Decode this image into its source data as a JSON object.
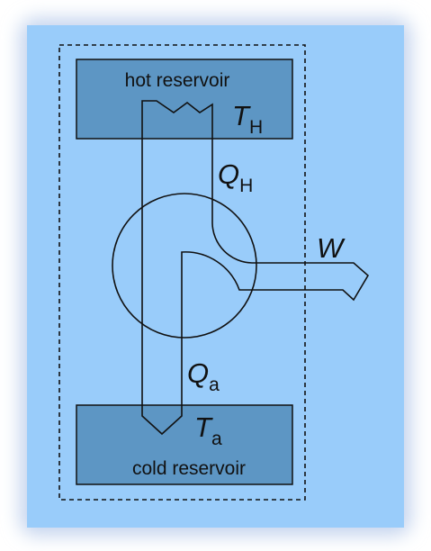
{
  "diagram": {
    "hot_reservoir": {
      "label": "hot reservoir",
      "temperature_symbol": "T",
      "temperature_subscript": "H"
    },
    "cold_reservoir": {
      "label": "cold reservoir",
      "temperature_symbol": "T",
      "temperature_subscript": "a"
    },
    "heat_in": {
      "symbol": "Q",
      "subscript": "H"
    },
    "heat_out": {
      "symbol": "Q",
      "subscript": "a"
    },
    "work": {
      "symbol": "W"
    }
  },
  "colors": {
    "background": "#99ccfa",
    "reservoir_fill": "#5d96c4",
    "line": "#111111",
    "glow": "#c4d4ee"
  }
}
